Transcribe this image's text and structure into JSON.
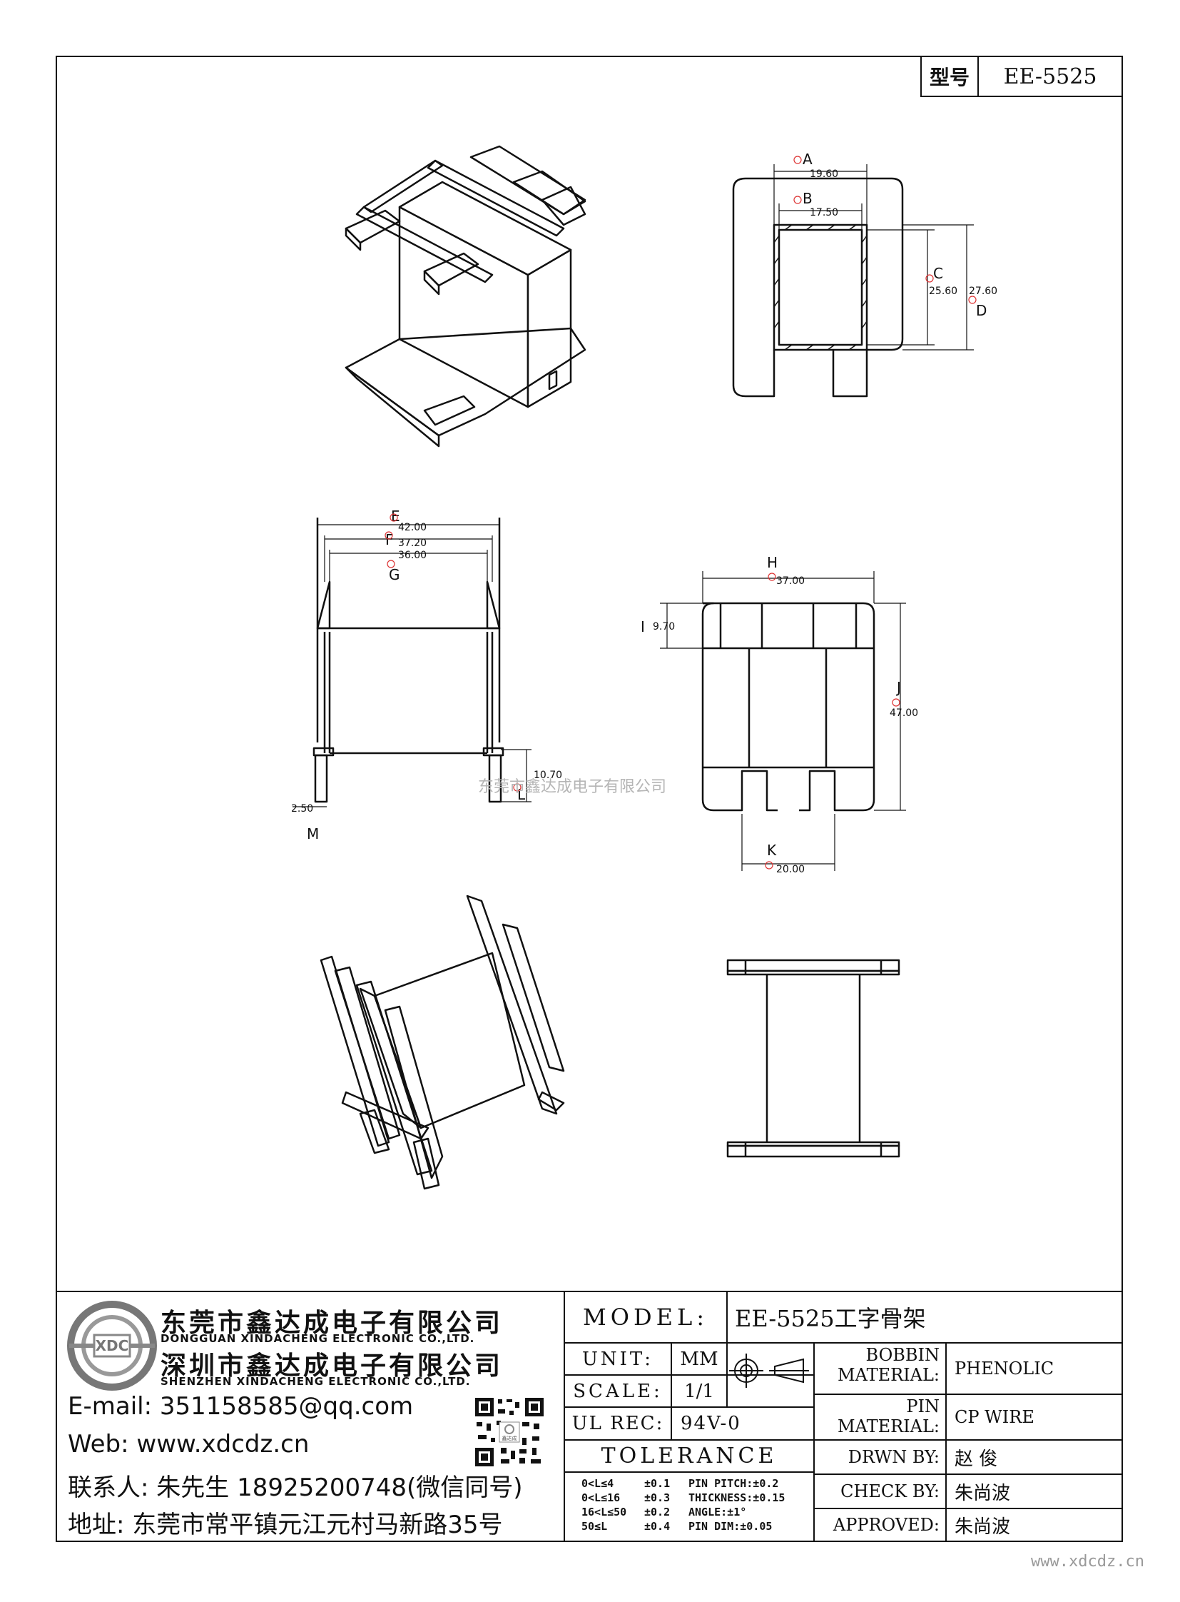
{
  "header": {
    "type_label": "型号",
    "model": "EE-5525"
  },
  "dimensions": {
    "A": {
      "letter": "A",
      "value": "19.60"
    },
    "B": {
      "letter": "B",
      "value": "17.50"
    },
    "C": {
      "letter": "C",
      "value": "25.60"
    },
    "D": {
      "letter": "D",
      "value": "27.60"
    },
    "E": {
      "letter": "E",
      "value": "42.00"
    },
    "F": {
      "letter": "F",
      "value": "37.20"
    },
    "G": {
      "letter": "G",
      "value": "36.00"
    },
    "H": {
      "letter": "H",
      "value": "37.00"
    },
    "I": {
      "letter": "I",
      "value": "9.70"
    },
    "J": {
      "letter": "J",
      "value": "47.00"
    },
    "K": {
      "letter": "K",
      "value": "20.00"
    },
    "L": {
      "letter": "L",
      "value": "10.70"
    },
    "M": {
      "letter": "M",
      "value": "2.50"
    }
  },
  "watermark": "东莞市鑫达成电子有限公司",
  "company": {
    "name_cn_1": "东莞市鑫达成电子有限公司",
    "name_en_1": "DONGGUAN XINDACHENG ELECTRONIC CO.,LTD.",
    "name_cn_2": "深圳市鑫达成电子有限公司",
    "name_en_2": "SHENZHEN XINDACHENG ELECTRONIC CO.,LTD.",
    "logo_text": "XDC",
    "qr_caption": "鑫达成",
    "email": "E-mail: 351158585@qq.com",
    "web": "Web: www.xdcdz.cn",
    "contact": "联系人: 朱先生 18925200748(微信同号)",
    "address": "地址: 东莞市常平镇元江元村马新路35号"
  },
  "titleblock": {
    "model_label": "MODEL:",
    "model_value": "EE-5525工字骨架",
    "unit_label": "UNIT:",
    "unit_value": "MM",
    "scale_label": "SCALE:",
    "scale_value": "1/1",
    "ul_label": "UL REC:",
    "ul_value": "94V-0",
    "tolerance_label": "TOLERANCE",
    "tolerances": [
      {
        "range": "0<L≤4",
        "tol": "±0.1",
        "spec": "PIN PITCH:±0.2"
      },
      {
        "range": "0<L≤16",
        "tol": "±0.3",
        "spec": "THICKNESS:±0.15"
      },
      {
        "range": "16<L≤50",
        "tol": "±0.2",
        "spec": "ANGLE:±1°"
      },
      {
        "range": "50≤L",
        "tol": "±0.4",
        "spec": "PIN DIM:±0.05"
      }
    ],
    "bobbin_label_1": "BOBBIN",
    "bobbin_label_2": "MATERIAL:",
    "bobbin_value": "PHENOLIC",
    "pin_label_1": "PIN",
    "pin_label_2": "MATERIAL:",
    "pin_value": "CP WIRE",
    "drawn_label": "DRWN BY:",
    "drawn_value": "赵 俊",
    "check_label": "CHECK BY:",
    "check_value": "朱尚波",
    "approved_label": "APPROVED:",
    "approved_value": "朱尚波"
  },
  "footer_url": "www.xdcdz.cn"
}
